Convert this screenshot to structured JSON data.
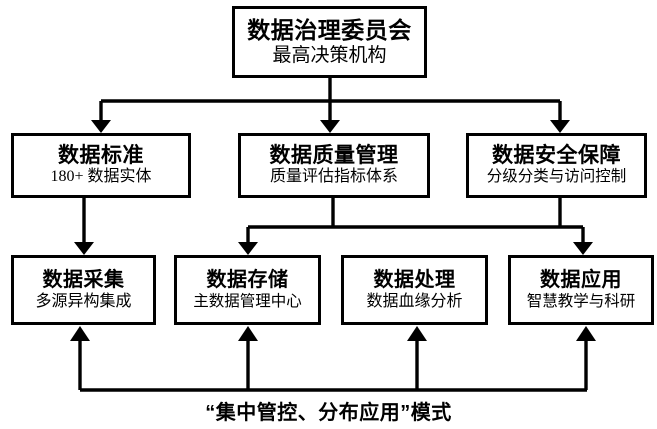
{
  "diagram": {
    "type": "hierarchy-flowchart",
    "caption": "“集中管控、分布应用”模式",
    "colors": {
      "background": "#ffffff",
      "box_border": "#000000",
      "box_fill": "#ffffff",
      "connector": "#000000",
      "text": "#000000"
    },
    "tier1": {
      "committee": {
        "title": "数据治理委员会",
        "subtitle": "最高决策机构"
      }
    },
    "tier2": {
      "standard": {
        "title": "数据标准",
        "subtitle": "180+ 数据实体"
      },
      "quality": {
        "title": "数据质量管理",
        "subtitle": "质量评估指标体系"
      },
      "security": {
        "title": "数据安全保障",
        "subtitle": "分级分类与访问控制"
      }
    },
    "tier3": {
      "collect": {
        "title": "数据采集",
        "subtitle": "多源异构集成"
      },
      "store": {
        "title": "数据存储",
        "subtitle": "主数据管理中心"
      },
      "process": {
        "title": "数据处理",
        "subtitle": "数据血缘分析"
      },
      "apply": {
        "title": "数据应用",
        "subtitle": "智慧教学与科研"
      }
    },
    "connections": [
      {
        "from": "committee",
        "to": "standard",
        "style": "elbow-down-arrow"
      },
      {
        "from": "committee",
        "to": "quality",
        "style": "straight-down-arrow"
      },
      {
        "from": "committee",
        "to": "security",
        "style": "elbow-down-arrow"
      },
      {
        "from": "standard",
        "to": "collect",
        "style": "straight-down-arrow"
      },
      {
        "from": "quality",
        "to": "store",
        "style": "elbow-down-arrow"
      },
      {
        "from": "security",
        "to": "apply",
        "style": "elbow-down-arrow"
      },
      {
        "from": "feedback-bus",
        "to": "collect",
        "style": "up-arrow"
      },
      {
        "from": "feedback-bus",
        "to": "store",
        "style": "up-arrow"
      },
      {
        "from": "feedback-bus",
        "to": "process",
        "style": "up-arrow"
      },
      {
        "from": "feedback-bus",
        "to": "apply",
        "style": "up-arrow"
      }
    ]
  }
}
